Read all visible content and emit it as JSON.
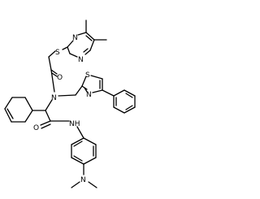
{
  "molecule": {
    "atoms": {
      "s_thioether": "S",
      "n_pyrimidine_top": "N",
      "n_pyrimidine_bottom": "N",
      "o_acyl": "O",
      "n_amide_central": "N",
      "s_thiazole": "S",
      "n_thiazole": "N",
      "o_amide": "O",
      "nh_amide": "NH",
      "n_dimethylamino": "N"
    }
  }
}
